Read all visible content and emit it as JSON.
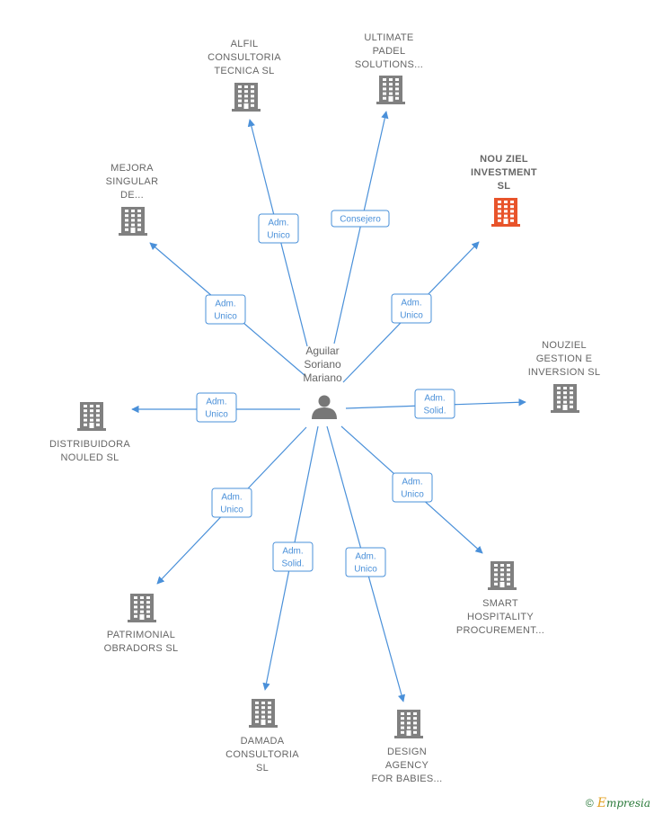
{
  "center": {
    "label_lines": [
      "Aguilar",
      "Soriano",
      "Mariano"
    ],
    "icon": "person-icon"
  },
  "colors": {
    "edge": "#4a90d9",
    "company": "#808080",
    "highlight_company": "#e8542b",
    "label": "#666666"
  },
  "nodes": [
    {
      "id": "alfil",
      "label_lines": [
        "ALFIL",
        "CONSULTORIA",
        "TECNICA  SL"
      ],
      "highlight": false,
      "icon": "building-icon"
    },
    {
      "id": "ultimate",
      "label_lines": [
        "ULTIMATE",
        "PADEL",
        "SOLUTIONS..."
      ],
      "highlight": false,
      "icon": "building-icon"
    },
    {
      "id": "nouziel-inv",
      "label_lines": [
        "NOU ZIEL",
        "INVESTMENT",
        "SL"
      ],
      "highlight": true,
      "icon": "building-icon"
    },
    {
      "id": "mejora",
      "label_lines": [
        "MEJORA",
        "SINGULAR",
        "DE..."
      ],
      "highlight": false,
      "icon": "building-icon"
    },
    {
      "id": "nouziel-gest",
      "label_lines": [
        "NOUZIEL",
        "GESTION E",
        "INVERSION  SL"
      ],
      "highlight": false,
      "icon": "building-icon"
    },
    {
      "id": "distribuidora",
      "label_lines": [
        "DISTRIBUIDORA",
        "NOULED SL"
      ],
      "highlight": false,
      "icon": "building-icon"
    },
    {
      "id": "smart",
      "label_lines": [
        "SMART",
        "HOSPITALITY",
        "PROCUREMENT..."
      ],
      "highlight": false,
      "icon": "building-icon"
    },
    {
      "id": "patrimonial",
      "label_lines": [
        "PATRIMONIAL",
        "OBRADORS  SL"
      ],
      "highlight": false,
      "icon": "building-icon"
    },
    {
      "id": "damada",
      "label_lines": [
        "DAMADA",
        "CONSULTORIA",
        "SL"
      ],
      "highlight": false,
      "icon": "building-icon"
    },
    {
      "id": "design",
      "label_lines": [
        "DESIGN",
        "AGENCY",
        "FOR BABIES..."
      ],
      "highlight": false,
      "icon": "building-icon"
    }
  ],
  "edges": [
    {
      "to": "alfil",
      "role_lines": [
        "Adm.",
        "Unico"
      ]
    },
    {
      "to": "ultimate",
      "role_lines": [
        "Consejero"
      ]
    },
    {
      "to": "nouziel-inv",
      "role_lines": [
        "Adm.",
        "Unico"
      ]
    },
    {
      "to": "mejora",
      "role_lines": [
        "Adm.",
        "Unico"
      ]
    },
    {
      "to": "nouziel-gest",
      "role_lines": [
        "Adm.",
        "Solid."
      ]
    },
    {
      "to": "distribuidora",
      "role_lines": [
        "Adm.",
        "Unico"
      ]
    },
    {
      "to": "smart",
      "role_lines": [
        "Adm.",
        "Unico"
      ]
    },
    {
      "to": "patrimonial",
      "role_lines": [
        "Adm.",
        "Unico"
      ]
    },
    {
      "to": "damada",
      "role_lines": [
        "Adm.",
        "Solid."
      ]
    },
    {
      "to": "design",
      "role_lines": [
        "Adm.",
        "Unico"
      ]
    }
  ],
  "footer": {
    "copyright": "©",
    "brand_initial": "E",
    "brand_rest": "mpresia"
  }
}
